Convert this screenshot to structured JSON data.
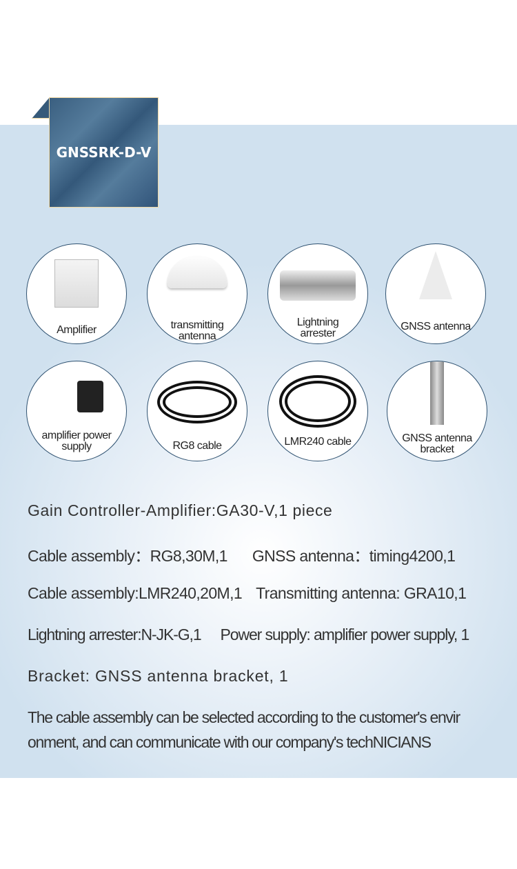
{
  "title": "GNSSRK-D-V",
  "products": [
    {
      "label1": "Amplifier",
      "label2": ""
    },
    {
      "label1": "transmitting",
      "label2": "antenna"
    },
    {
      "label1": "Lightning",
      "label2": "arrester"
    },
    {
      "label1": "GNSS antenna",
      "label2": ""
    },
    {
      "label1": "amplifier power",
      "label2": "supply"
    },
    {
      "label1": "RG8 cable",
      "label2": ""
    },
    {
      "label1": "LMR240 cable",
      "label2": ""
    },
    {
      "label1": "GNSS antenna",
      "label2": "bracket"
    }
  ],
  "specs": {
    "line1": "Gain Controller-Amplifier:GA30-V,1 piece",
    "line2a": "Cable assembly：RG8,30M,1",
    "line2b": "GNSS antenna：timing4200,1",
    "line3a": "Cable assembly:LMR240,20M,1",
    "line3b": "Transmitting antenna: GRA10,1",
    "line4a": "Lightning arrester:N-JK-G,1",
    "line4b": "Power supply: amplifier power supply, 1",
    "line5": "Bracket: GNSS antenna bracket, 1",
    "note1": "The cable assembly can be selected according to the customer's envir",
    "note2": "onment, and can communicate with our company's techNICIANS"
  }
}
